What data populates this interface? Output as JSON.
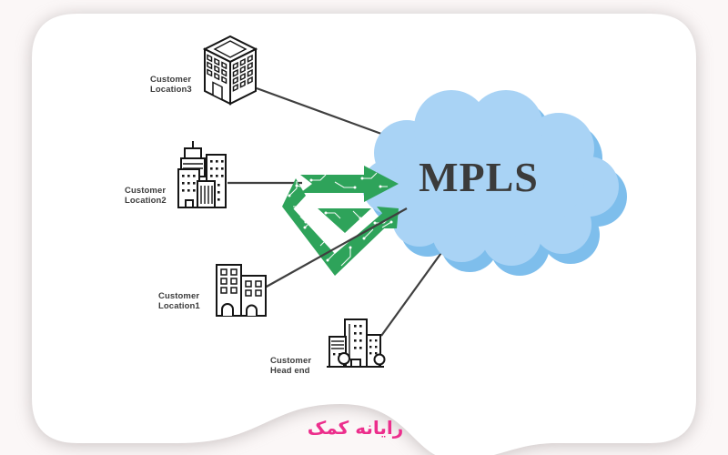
{
  "brand": {
    "logo_text": "رایانه کمک",
    "accent_pink": "#ec2e8c",
    "logo_green": "#2ea35a"
  },
  "diagram": {
    "cloud_label": "MPLS",
    "cloud_color": "#a9d3f5",
    "cloud_shadow_color": "#7ebeec",
    "line_color": "#3f3f3f",
    "nodes": [
      {
        "id": "location3",
        "line1": "Customer",
        "line2": "Location3"
      },
      {
        "id": "location2",
        "line1": "Customer",
        "line2": "Location2"
      },
      {
        "id": "location1",
        "line1": "Customer",
        "line2": "Location1"
      },
      {
        "id": "head_end",
        "line1": "Customer",
        "line2": "Head end"
      }
    ]
  }
}
